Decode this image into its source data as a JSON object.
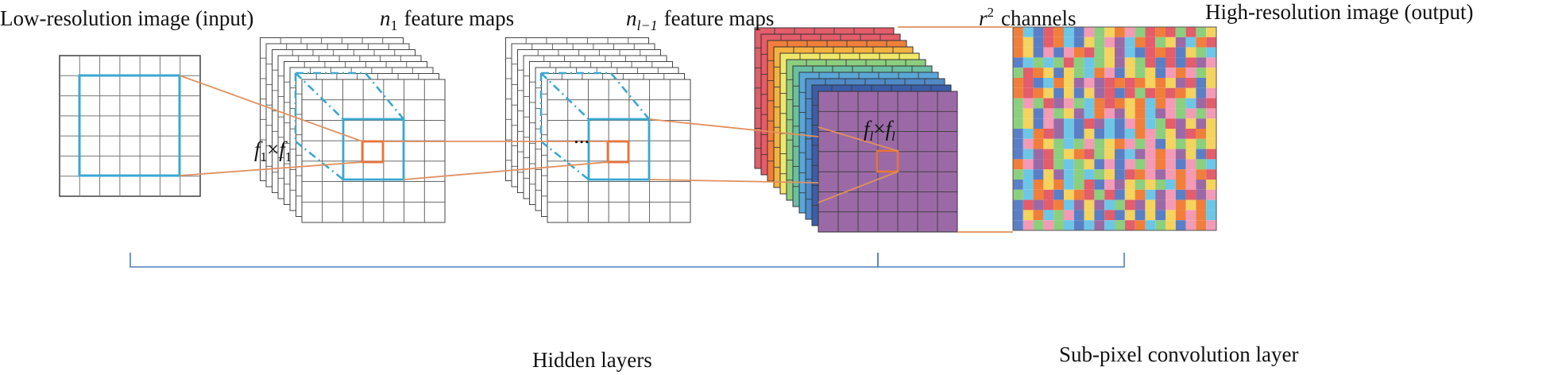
{
  "labels": {
    "input_title": "Low-resolution image (input)",
    "feature_maps_1": {
      "symbol": "n",
      "sub": "1",
      "text": "feature maps"
    },
    "feature_maps_l": {
      "symbol": "n",
      "sub": "l−1",
      "text": "feature maps"
    },
    "channels": {
      "symbol": "r",
      "sup": "2",
      "text": "channels"
    },
    "output_title": "High-resolution image (output)",
    "filter_1": {
      "a": "f",
      "a_sub": "1",
      "times": "×",
      "b": "f",
      "b_sub": "1"
    },
    "filter_l": {
      "a": "f",
      "a_sub": "l",
      "times": "×",
      "b": "f",
      "b_sub": "l"
    },
    "ellipsis": "...",
    "hidden_layers": "Hidden layers",
    "subpixel_layer": "Sub-pixel convolution layer"
  },
  "colors": {
    "grid_line": "#777777",
    "grid_major": "#333333",
    "filter_box": "#3aa7d0",
    "highlight": "#e8743b",
    "connector": "#e0905f",
    "bracket": "#4f7fb8",
    "channel_stack": [
      "#e35d6a",
      "#e35d6a",
      "#f07f3c",
      "#f4b240",
      "#f1e86a",
      "#8ccf7e",
      "#6bbfa2",
      "#5aa7d8",
      "#4f8ac7",
      "#3c5ea8",
      "#9b6aa6"
    ],
    "output_palette": [
      "#5b7fc6",
      "#e35d6a",
      "#f07f3c",
      "#f4d35e",
      "#8ccf7e",
      "#6ec6e6",
      "#9b6aa6",
      "#f39ab6"
    ]
  }
}
